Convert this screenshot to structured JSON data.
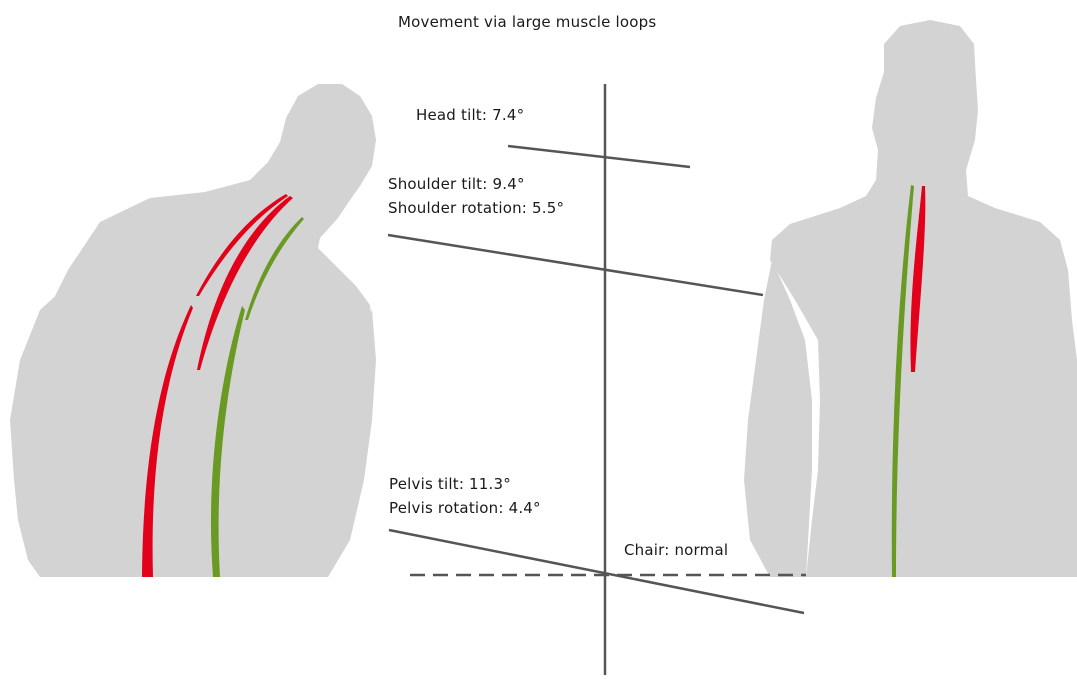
{
  "title": "Movement via large muscle loops",
  "labels": {
    "head_tilt": "Head tilt: 7.4°",
    "shoulder_tilt": "Shoulder tilt: 9.4°",
    "shoulder_rotation": "Shoulder rotation: 5.5°",
    "pelvis_tilt": "Pelvis tilt: 11.3°",
    "pelvis_rotation": "Pelvis rotation: 4.4°",
    "chair": "Chair: normal"
  },
  "colors": {
    "body": "#d3d3d3",
    "muscle_active": "#e2001a",
    "muscle_passive": "#6a9a23",
    "lines": "#555555",
    "text": "#1a1a1a"
  }
}
